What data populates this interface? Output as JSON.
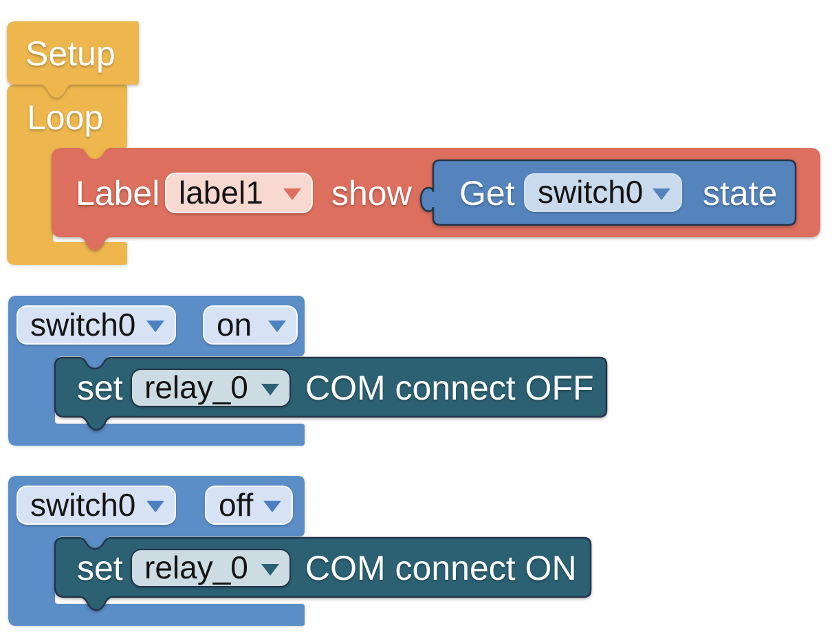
{
  "workspace": {
    "type": "blockly-style visual program",
    "blocks": {
      "setup": {
        "label": "Setup"
      },
      "loop": {
        "label": "Loop"
      },
      "label_show": {
        "prefix": "Label",
        "dropdown_value": "label1",
        "suffix": "show"
      },
      "get_state": {
        "prefix": "Get",
        "dropdown_value": "switch0",
        "suffix": "state"
      },
      "switch_on_event": {
        "switch_dropdown": "switch0",
        "state_dropdown": "on"
      },
      "set_relay_off": {
        "prefix": "set",
        "dropdown_value": "relay_0",
        "suffix": "COM connect OFF"
      },
      "switch_off_event": {
        "switch_dropdown": "switch0",
        "state_dropdown": "off"
      },
      "set_relay_on": {
        "prefix": "set",
        "dropdown_value": "relay_0",
        "suffix": "COM connect ON"
      }
    }
  },
  "colors": {
    "block_yellow": "#EDB74E",
    "block_red": "#DC6F5D",
    "block_blue": "#5584BD",
    "block_sky": "#5B8DC6",
    "block_teal": "#2C6173",
    "dd_pink": "#F8D9D2",
    "dd_blue": "#CADAED",
    "dd_sky": "#D7E3F4",
    "dd_slate": "#CDDCE3",
    "arrow_red": "#DC6F5D",
    "arrow_blue": "#5584BD",
    "arrow_sky": "#4C80C0",
    "arrow_teal": "#2C6173",
    "stroke_dark": "#243449",
    "canvas_bg": "#FFFFFF"
  }
}
